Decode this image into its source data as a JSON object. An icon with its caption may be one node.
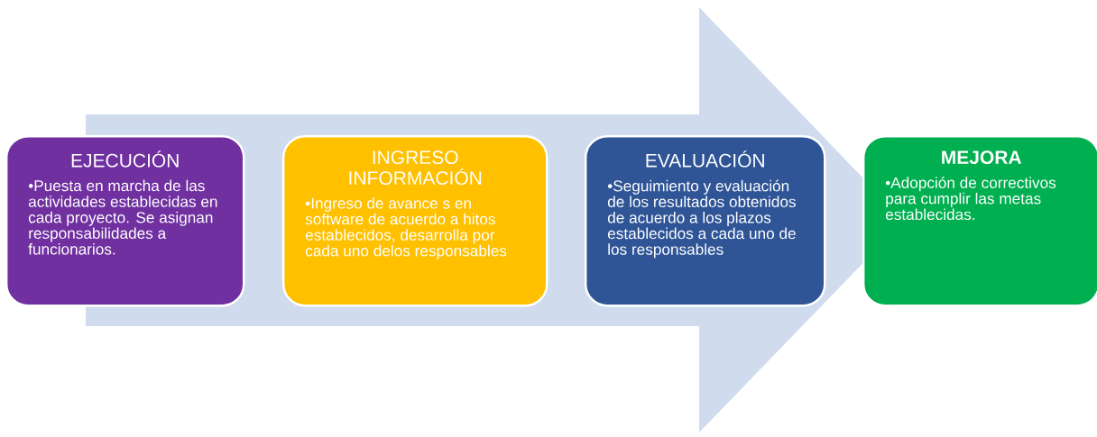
{
  "diagram": {
    "nodes": [
      {
        "text": [
          "EJECUCIÓN",
          "•Puesta en marcha de las actividades establecidas en cada proyecto. Se asignan responsabilidades a funcionarios."
        ]
      },
      {
        "text": [
          "INGRESO INFORMACIÓN",
          "•Ingreso de avance s en software de acuerdo a hitos establecidos, desarrolla por cada uno delos responsables"
        ]
      },
      {
        "text": [
          "EVALUACIÓN",
          "•Seguimiento y evaluación de los resultados obtenidos de acuerdo a los plazos establecidos a cada uno de los responsables"
        ]
      },
      {
        "text": [
          "MEJORA",
          "•Adopción de correctivos para cumplir las metas establecidas."
        ]
      }
    ],
    "edges": [
      {
        "from": 0,
        "to": 3,
        "arrow": "to"
      }
    ]
  }
}
